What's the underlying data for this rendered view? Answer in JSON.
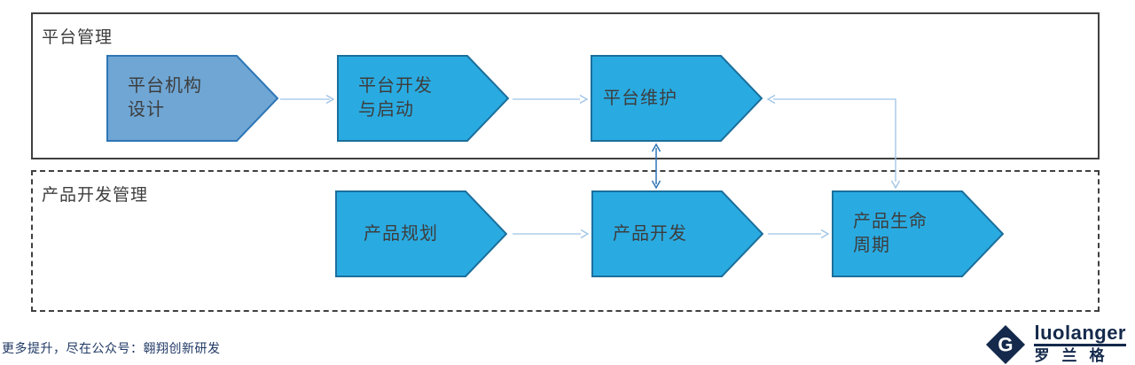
{
  "groups": {
    "platform": {
      "label": "平台管理"
    },
    "product": {
      "label": "产品开发管理"
    }
  },
  "nodes": {
    "platform_structure_design": {
      "line1": "平台机构",
      "line2": "设计"
    },
    "platform_dev_launch": {
      "line1": "平台开发",
      "line2": "与启动"
    },
    "platform_maintenance": {
      "line1": "平台维护",
      "line2": ""
    },
    "product_planning": {
      "line1": "产品规划",
      "line2": ""
    },
    "product_development": {
      "line1": "产品开发",
      "line2": ""
    },
    "product_lifecycle": {
      "line1": "产品生命",
      "line2": "周期"
    }
  },
  "edges": [
    {
      "from": "平台机构设计",
      "to": "平台开发与启动",
      "type": "arrow"
    },
    {
      "from": "平台开发与启动",
      "to": "平台维护",
      "type": "arrow"
    },
    {
      "from": "平台维护",
      "to": "产品开发",
      "type": "double-arrow"
    },
    {
      "from": "平台维护",
      "to": "产品生命周期",
      "type": "double-arrow"
    },
    {
      "from": "产品规划",
      "to": "产品开发",
      "type": "arrow"
    },
    {
      "from": "产品开发",
      "to": "产品生命周期",
      "type": "arrow"
    }
  ],
  "footer": {
    "promo": "更多提升，尽在公众号：翱翔创新研发"
  },
  "logo": {
    "latin": "luolanger",
    "chinese": "罗兰格",
    "glyph": "G"
  },
  "colors": {
    "chevron_cyan": "#29ABE2",
    "chevron_cyan_border": "#1B6F9B",
    "chevron_steel": "#6FA6D4",
    "chevron_steel_border": "#2E76B5",
    "connector_light": "#9DC3E6",
    "connector_strong": "#2E75B6",
    "group_border": "#404040",
    "text_dark": "#3D3D3D",
    "footer_navy": "#1F3864",
    "logo_navy": "#14294B"
  }
}
